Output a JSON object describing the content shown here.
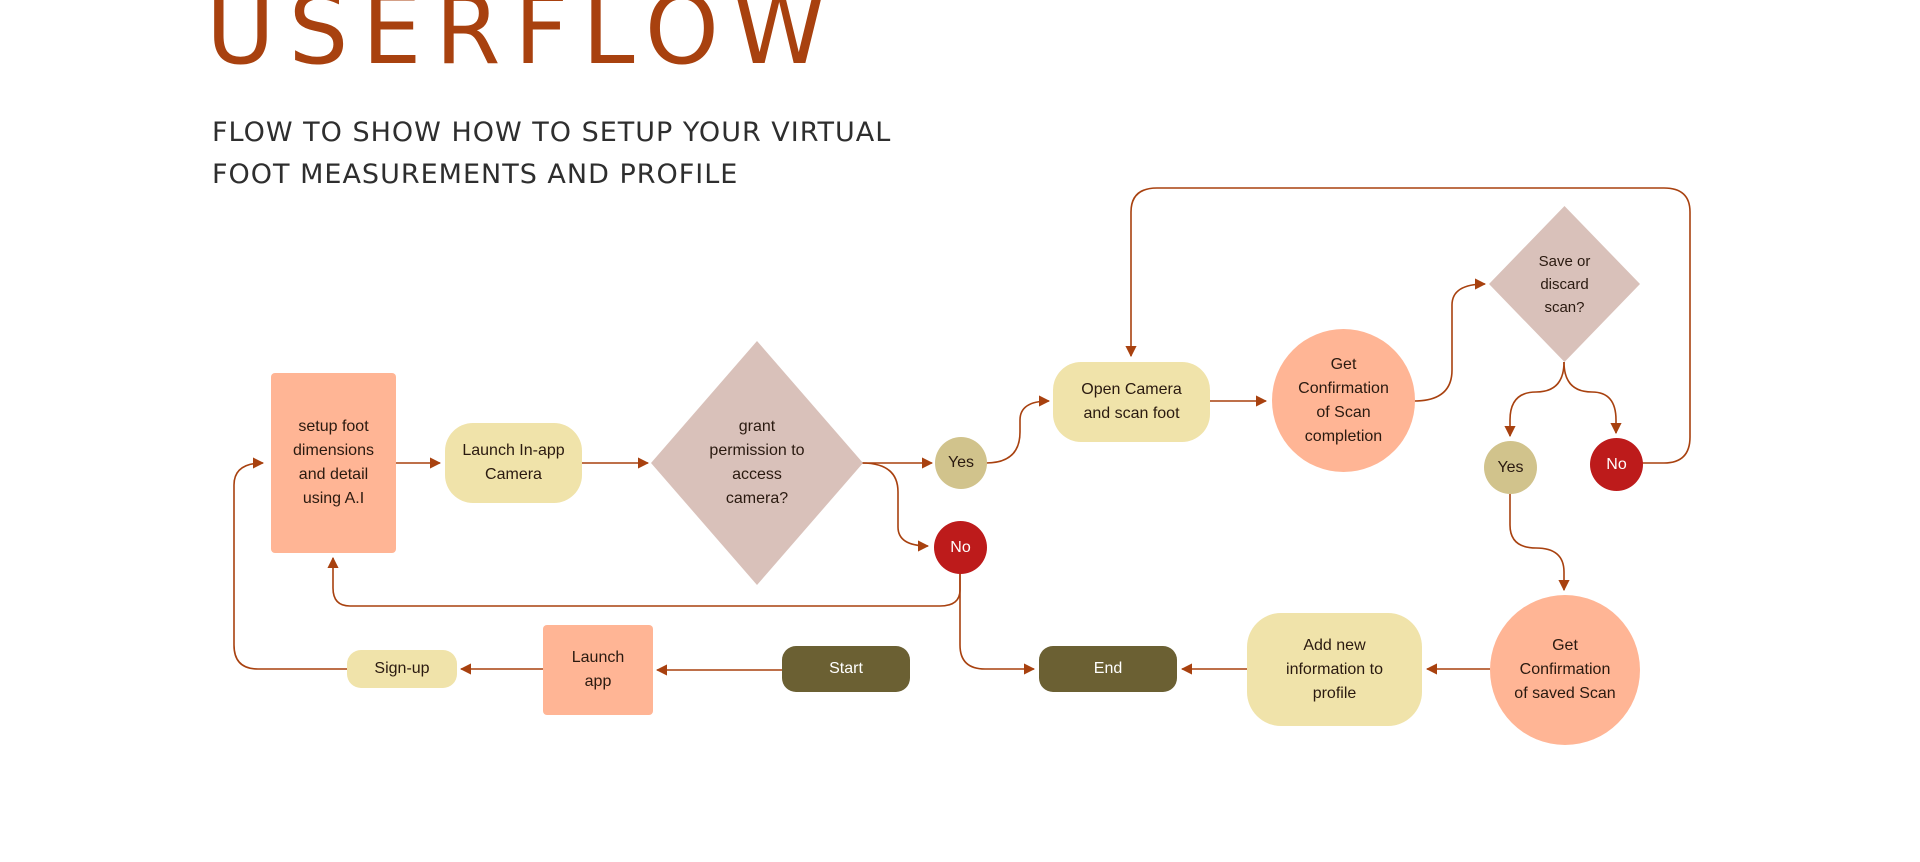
{
  "title": "USERFLOW",
  "subtitle": {
    "line1": "FLOW TO SHOW HOW TO SETUP YOUR VIRTUAL",
    "line2": "FOOT MEASUREMENTS AND PROFILE"
  },
  "colors": {
    "accent": "#a8410f",
    "connector": "#a8410f",
    "salmon": "#ffb595",
    "cream": "#f0e3aa",
    "olive": "#6b6033",
    "diamond": "#d9c1ba",
    "yes": "#d1c38c",
    "no": "#bd1b1b"
  },
  "nodes": {
    "setup_foot": "setup foot\ndimensions\nand detail\nusing A.I",
    "launch_camera": "Launch In-app\nCamera",
    "grant_permission": "grant\npermission to\naccess\ncamera?",
    "yes_permission": "Yes",
    "no_permission": "No",
    "open_camera": "Open Camera\nand scan foot",
    "confirm_scan": "Get\nConfirmation\nof Scan\ncompletion",
    "save_discard": "Save or\ndiscard\nscan?",
    "yes_save": "Yes",
    "no_save": "No",
    "confirm_saved": "Get\nConfirmation\nof saved Scan",
    "add_info": "Add new\ninformation to\nprofile",
    "end": "End",
    "start": "Start",
    "launch_app": "Launch\napp",
    "signup": "Sign-up"
  }
}
